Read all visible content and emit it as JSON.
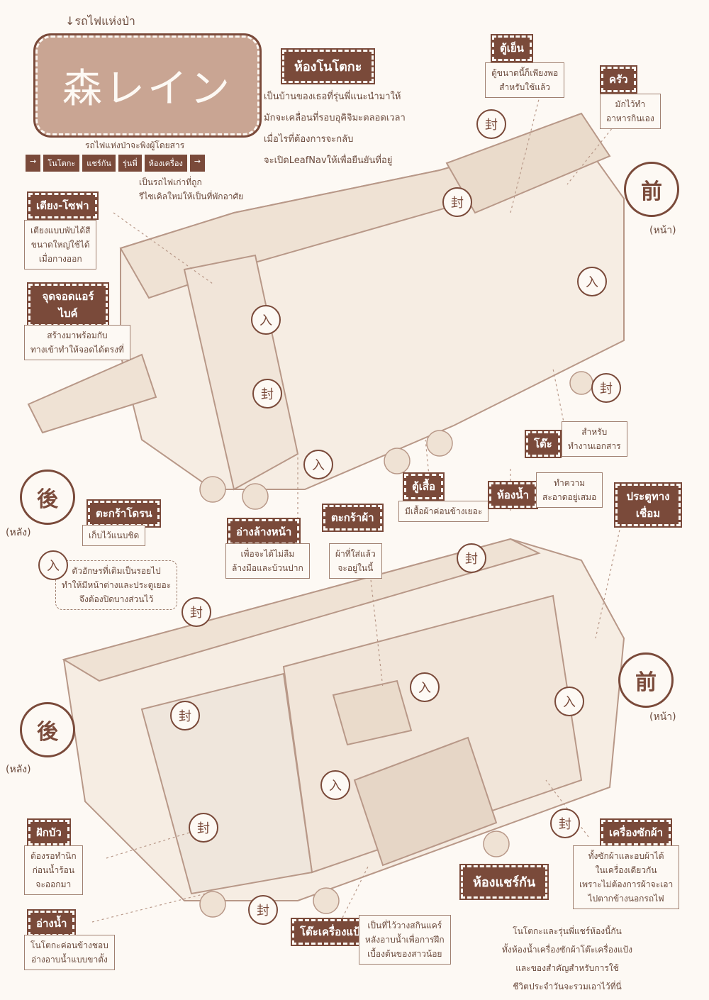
{
  "header": {
    "subtitle": "↓รถไฟแห่งป่า",
    "logo_text": "森レイン",
    "caption1": "รถไฟแห่งป่าจะพิงผู้โดยสาร",
    "route": [
      "→",
      "โนโตกะ",
      "แชร์กัน",
      "รุ่นพี่",
      "ห้องเครื่อง",
      "→"
    ],
    "caption2": "เป็นรถไฟเก่าที่ถูก",
    "caption3": "รีไซเคิลใหม่ให้เป็นที่พักอาศัย"
  },
  "intro": {
    "title": "ห้องโนโตกะ",
    "lines": [
      "เป็นบ้านของเธอที่รุ่นพี่แนะนำมาให้",
      "มักจะเคลื่อนที่รอบอุคิจิมะตลอดเวลา",
      "เมื่อไรที่ต้องการจะกลับ",
      "จะเปิดLeafNavให้เพื่อยืนยันที่อยู่"
    ]
  },
  "labels": {
    "fridge": {
      "title": "ตู้เย็น",
      "lines": [
        "ตู้ขนาดนี้ก็เพียงพอ",
        "สำหรับใช้แล้ว"
      ]
    },
    "kitchen": {
      "title": "ครัว",
      "lines": [
        "มักไว้ทำ",
        "อาหารกินเอง"
      ]
    },
    "bed": {
      "title": "เตียง-โซฟา",
      "lines": [
        "เตียงแบบพับได้สี",
        "ขนาดใหญ่ใช้ได้",
        "เมื่อกางออก"
      ]
    },
    "bike": {
      "title": "จุดจอดแอร์ไบค์",
      "lines": [
        "สร้างมาพร้อมกับ",
        "ทางเข้าทำให้จอดได้ตรงที่"
      ]
    },
    "desk": {
      "title": "โต๊ะ",
      "lines": [
        "สำหรับ",
        "ทำงานเอกสาร"
      ]
    },
    "closet": {
      "title": "ตู้เสื้อ",
      "lines": [
        "มีเสื้อผ้าค่อนข้างเยอะ"
      ]
    },
    "toilet": {
      "title": "ห้องน้ำ",
      "lines": [
        "ทำความ",
        "สะอาดอยู่เสมอ"
      ]
    },
    "door": {
      "title": "ประตูทางเชื่อม",
      "lines": []
    },
    "basket": {
      "title": "ตะกร้าโดรน",
      "lines": [
        "เก็บไว้แนบชิด"
      ]
    },
    "sink": {
      "title": "อ่างล้างหน้า",
      "lines": [
        "เพื่อจะได้ไม่ลืม",
        "ล้างมือและบ้วนปาก"
      ]
    },
    "laundry": {
      "title": "ตะกร้าผ้า",
      "lines": [
        "ผ้าที่ใส่แล้ว",
        "จะอยู่ในนี้"
      ]
    },
    "note": {
      "lines": [
        "ตัวอักษรที่เติมเป็นรอยไป",
        "ทำให้มีหน้าต่างและประตูเยอะ",
        "จึงต้องปิดบางส่วนไว้"
      ]
    },
    "shower": {
      "title": "ฝักบัว",
      "lines": [
        "ต้องรอทำนิก",
        "ก่อนน้ำร้อน",
        "จะออกมา"
      ]
    },
    "tub": {
      "title": "อ่างน้ำ",
      "lines": [
        "โนโตกะค่อนข้างชอบ",
        "อ่างอาบน้ำแบบขาตั้ง"
      ]
    },
    "dresser": {
      "title": "โต๊ะเครื่องแป้ง",
      "lines": [
        "เป็นที่ไว้วางสกินแคร์",
        "หลังอาบน้ำเพื่อการฝึก",
        "เบื้องต้นของสาวน้อย"
      ]
    },
    "washer": {
      "title": "เครื่องซักผ้า",
      "lines": [
        "ทั้งซักผ้าและอบผ้าได้",
        "ในเครื่องเดียวกัน",
        "เพราะไม่ต้องการผ้าจะเอา",
        "ไปตากข้างนอกรถไฟ"
      ]
    },
    "shared": {
      "title": "ห้องแชร์กัน",
      "lines": [
        "โนโตกะและรุ่นพี่แชร์ห้องนี้กัน",
        "ทั้งห้องน้ำเครื่องซักผ้าโต๊ะเครื่องแป้ง",
        "และของสำคัญสำหรับการใช้",
        "ชีวิตประจำวันจะรวมเอาไว้ที่นี่"
      ]
    }
  },
  "sides": {
    "front": "前",
    "front_label": "(หน้า)",
    "back": "後",
    "back_label": "(หลัง)",
    "seal": "封",
    "enter": "入"
  },
  "colors": {
    "ink": "#7a4a3a",
    "line": "#a08070",
    "bg": "#fdf9f4"
  }
}
